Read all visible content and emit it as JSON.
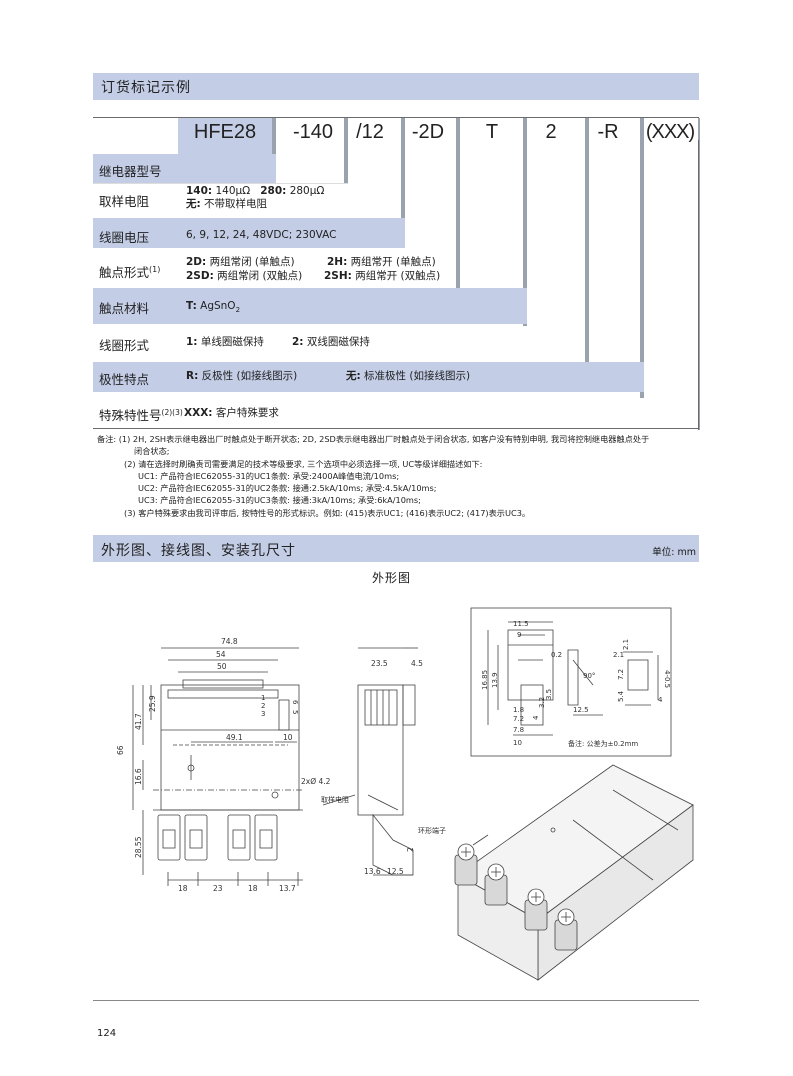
{
  "section1": {
    "title": "订货标记示例"
  },
  "codes": [
    "HFE28",
    "-140",
    "/12",
    "-2D",
    "T",
    "2",
    "-R",
    "(XXX)"
  ],
  "rows": {
    "relay_type": {
      "label": "继电器型号"
    },
    "sampling": {
      "label": "取样电阻",
      "line1_key": "140:",
      "line1_v1": " 140μΩ",
      "line1_key2": "280:",
      "line1_v2": " 280μΩ",
      "line2_key": "无:",
      "line2_val": " 不带取样电阻"
    },
    "coil_voltage": {
      "label": "线圈电压",
      "value": "6, 9, 12, 24, 48VDC;  230VAC"
    },
    "contact_form": {
      "label": "触点形式",
      "sup": "(1)",
      "r1a_key": "2D:",
      "r1a_val": " 两组常闭 (单触点)",
      "r1b_key": "2H:",
      "r1b_val": " 两组常开 (单触点)",
      "r2a_key": "2SD:",
      "r2a_val": " 两组常闭 (双触点)",
      "r2b_key": "2SH:",
      "r2b_val": " 两组常开 (双触点)"
    },
    "contact_material": {
      "label": "触点材料",
      "key": "T:",
      "val": " AgSnO",
      "sub": "2"
    },
    "coil_type": {
      "label": "线圈形式",
      "a_key": "1:",
      "a_val": " 单线圈磁保持",
      "b_key": "2:",
      "b_val": " 双线圈磁保持"
    },
    "polarity": {
      "label": "极性特点",
      "a_key": "R:",
      "a_val": " 反极性 (如接线图示)",
      "b_key": "无:",
      "b_val": " 标准极性 (如接线图示)"
    },
    "special": {
      "label": "特殊特性号",
      "sup": "(2)(3)",
      "key": "XXX:",
      "val": " 客户特殊要求"
    }
  },
  "notes": [
    "备注: (1) 2H, 2SH表示继电器出厂时触点处于断开状态; 2D, 2SD表示继电器出厂时触点处于闭合状态, 如客户没有特别申明, 我司将控制继电器触点处于",
    "闭合状态;",
    "(2) 请在选择时刷确责司需要满足的技术等级要求, 三个选项中必须选择一项, UC等级详细描述如下:",
    "UC1: 产品符合IEC62055-31的UC1条款: 承受:2400A峰值电流/10ms;",
    "UC2: 产品符合IEC62055-31的UC2条款: 接通:2.5kA/10ms;  承受:4.5kA/10ms;",
    "UC3: 产品符合IEC62055-31的UC3条款: 接通:3kA/10ms;  承受:6kA/10ms;",
    "(3) 客户特殊要求由我司评审后, 按特性号的形式标识。例如: (415)表示UC1; (416)表示UC2; (417)表示UC3。"
  ],
  "section2": {
    "title": "外形图、接线图、安装孔尺寸",
    "unit": "单位: mm"
  },
  "outline_title": "外形图",
  "front_dims": {
    "w1": "74.8",
    "w2": "54",
    "w3": "50",
    "h1": "66",
    "h2": "41.7",
    "h3": "25.9",
    "h4": "16.6",
    "h5": "28.55",
    "d1": "49.1",
    "d2": "10",
    "b1": "18",
    "b2": "23",
    "b3": "18",
    "b4": "13.7",
    "pins": [
      "1",
      "2",
      "3"
    ],
    "pins2": [
      "6",
      "5"
    ]
  },
  "side_dims": {
    "w1": "23.5",
    "w2": "4.5",
    "hole": "2xØ 4.2",
    "resistor": "取样电阻",
    "b1": "13.6",
    "b2": "12.5",
    "h1": "2",
    "terminal": "环形端子"
  },
  "hole_dims": {
    "a": "11.5",
    "b": "9",
    "c": "16.85",
    "d": "13.9",
    "e": "3.5",
    "f": "3.2",
    "g": "4",
    "h": "1.8",
    "i": "7.2",
    "j": "7.8",
    "k": "10",
    "l": "12.5",
    "m": "0.2",
    "n": "90°",
    "o": "2.1",
    "p": "2.1",
    "q": "5.4",
    "r": "7.2",
    "s": "4-0.5",
    "t": "4",
    "note": "备注: 公差为±0.2mm"
  },
  "page_number": "124"
}
